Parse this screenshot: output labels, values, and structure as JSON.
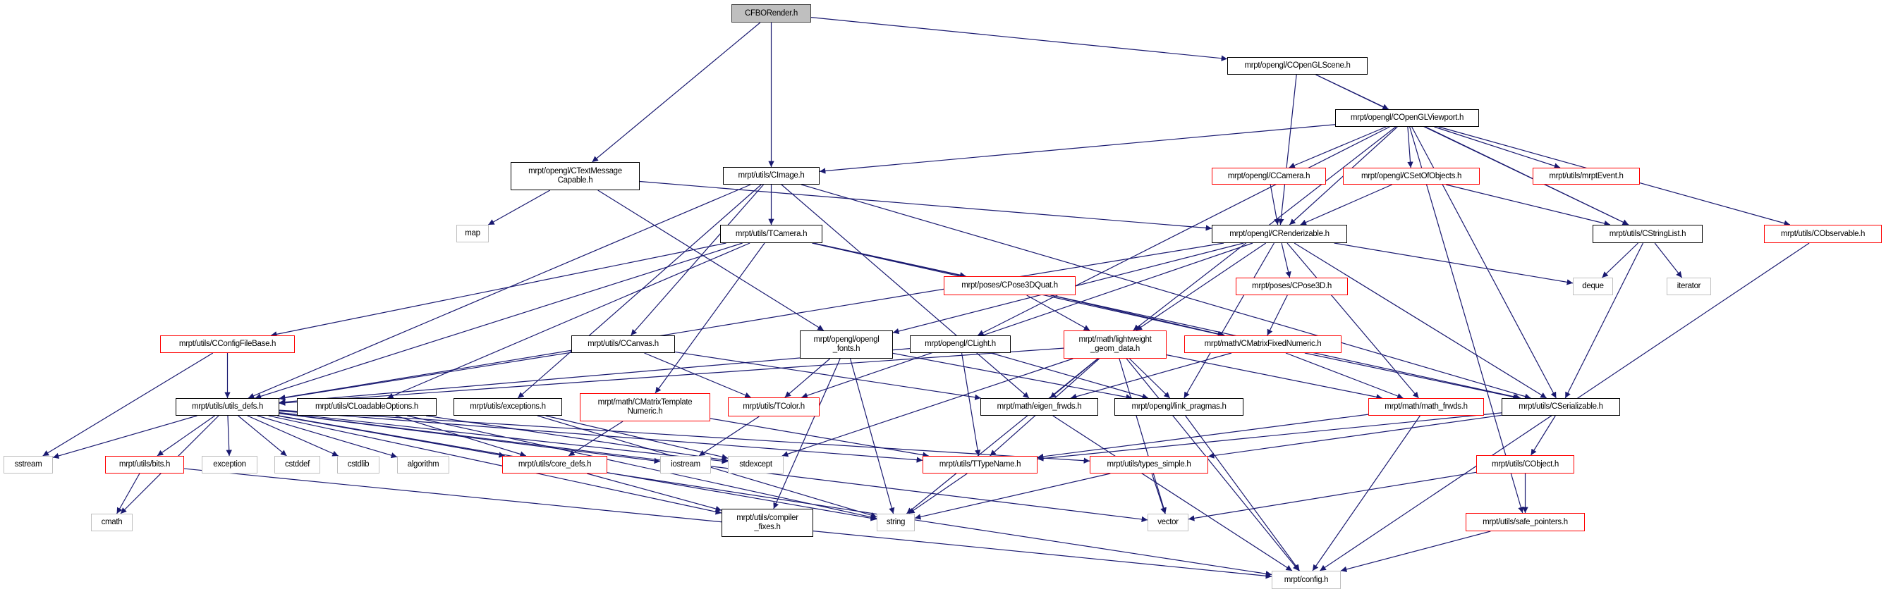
{
  "graph": {
    "edge_color": "#191970",
    "colors": {
      "root_fill": "#bfbfbf",
      "doc_border": "#000000",
      "truncated_border": "#ff0000",
      "external_border": "#bfbfbf"
    },
    "nodes": [
      {
        "id": "CFBORender",
        "label": "CFBORender.h",
        "kind": "root"
      },
      {
        "id": "COpenGLScene",
        "label": "mrpt/opengl/COpenGLScene.h",
        "kind": "doc"
      },
      {
        "id": "COpenGLViewport",
        "label": "mrpt/opengl/COpenGLViewport.h",
        "kind": "doc"
      },
      {
        "id": "CTextMessageCapable",
        "label": "mrpt/opengl/CTextMessage\nCapable.h",
        "kind": "doc"
      },
      {
        "id": "map",
        "label": "map",
        "kind": "external"
      },
      {
        "id": "CImage",
        "label": "mrpt/utils/CImage.h",
        "kind": "doc"
      },
      {
        "id": "CCamera",
        "label": "mrpt/opengl/CCamera.h",
        "kind": "truncated"
      },
      {
        "id": "CSetOfObjects",
        "label": "mrpt/opengl/CSetOfObjects.h",
        "kind": "truncated"
      },
      {
        "id": "mrptEvent",
        "label": "mrpt/utils/mrptEvent.h",
        "kind": "truncated"
      },
      {
        "id": "TCamera",
        "label": "mrpt/utils/TCamera.h",
        "kind": "doc"
      },
      {
        "id": "CRenderizable",
        "label": "mrpt/opengl/CRenderizable.h",
        "kind": "doc"
      },
      {
        "id": "CStringList",
        "label": "mrpt/utils/CStringList.h",
        "kind": "doc"
      },
      {
        "id": "CObservable",
        "label": "mrpt/utils/CObservable.h",
        "kind": "truncated"
      },
      {
        "id": "CPose3DQuat",
        "label": "mrpt/poses/CPose3DQuat.h",
        "kind": "truncated"
      },
      {
        "id": "CPose3D",
        "label": "mrpt/poses/CPose3D.h",
        "kind": "truncated"
      },
      {
        "id": "deque",
        "label": "deque",
        "kind": "external"
      },
      {
        "id": "iterator",
        "label": "iterator",
        "kind": "external"
      },
      {
        "id": "CConfigFileBase",
        "label": "mrpt/utils/CConfigFileBase.h",
        "kind": "truncated"
      },
      {
        "id": "CCanvas",
        "label": "mrpt/utils/CCanvas.h",
        "kind": "doc"
      },
      {
        "id": "opengl_fonts",
        "label": "mrpt/opengl/opengl\n_fonts.h",
        "kind": "doc"
      },
      {
        "id": "CLight",
        "label": "mrpt/opengl/CLight.h",
        "kind": "doc"
      },
      {
        "id": "lightweight",
        "label": "mrpt/math/lightweight\n_geom_data.h",
        "kind": "truncated"
      },
      {
        "id": "CMatrixFixedNumeric",
        "label": "mrpt/math/CMatrixFixedNumeric.h",
        "kind": "truncated"
      },
      {
        "id": "utils_defs",
        "label": "mrpt/utils/utils_defs.h",
        "kind": "doc"
      },
      {
        "id": "CLoadableOptions",
        "label": "mrpt/utils/CLoadableOptions.h",
        "kind": "doc"
      },
      {
        "id": "exceptions",
        "label": "mrpt/utils/exceptions.h",
        "kind": "doc"
      },
      {
        "id": "CMatrixTemplateNumeric",
        "label": "mrpt/math/CMatrixTemplate\nNumeric.h",
        "kind": "truncated"
      },
      {
        "id": "TColor",
        "label": "mrpt/utils/TColor.h",
        "kind": "truncated"
      },
      {
        "id": "eigen_frwds",
        "label": "mrpt/math/eigen_frwds.h",
        "kind": "doc"
      },
      {
        "id": "link_pragmas",
        "label": "mrpt/opengl/link_pragmas.h",
        "kind": "doc"
      },
      {
        "id": "math_frwds",
        "label": "mrpt/math/math_frwds.h",
        "kind": "truncated"
      },
      {
        "id": "CSerializable",
        "label": "mrpt/utils/CSerializable.h",
        "kind": "doc"
      },
      {
        "id": "sstream",
        "label": "sstream",
        "kind": "external"
      },
      {
        "id": "bits",
        "label": "mrpt/utils/bits.h",
        "kind": "truncated"
      },
      {
        "id": "exception",
        "label": "exception",
        "kind": "external"
      },
      {
        "id": "cstddef",
        "label": "cstddef",
        "kind": "external"
      },
      {
        "id": "cstdlib",
        "label": "cstdlib",
        "kind": "external"
      },
      {
        "id": "algorithm",
        "label": "algorithm",
        "kind": "external"
      },
      {
        "id": "core_defs",
        "label": "mrpt/utils/core_defs.h",
        "kind": "truncated"
      },
      {
        "id": "iostream",
        "label": "iostream",
        "kind": "external"
      },
      {
        "id": "stdexcept",
        "label": "stdexcept",
        "kind": "external"
      },
      {
        "id": "TTypeName",
        "label": "mrpt/utils/TTypeName.h",
        "kind": "truncated"
      },
      {
        "id": "types_simple",
        "label": "mrpt/utils/types_simple.h",
        "kind": "truncated"
      },
      {
        "id": "CObject",
        "label": "mrpt/utils/CObject.h",
        "kind": "truncated"
      },
      {
        "id": "cmath",
        "label": "cmath",
        "kind": "external"
      },
      {
        "id": "compiler_fixes",
        "label": "mrpt/utils/compiler\n_fixes.h",
        "kind": "doc"
      },
      {
        "id": "string",
        "label": "string",
        "kind": "external"
      },
      {
        "id": "vector",
        "label": "vector",
        "kind": "external"
      },
      {
        "id": "safe_pointers",
        "label": "mrpt/utils/safe_pointers.h",
        "kind": "truncated"
      },
      {
        "id": "config",
        "label": "mrpt/config.h",
        "kind": "external"
      }
    ],
    "edges": [
      [
        "CFBORender",
        "CTextMessageCapable"
      ],
      [
        "CFBORender",
        "CImage"
      ],
      [
        "CFBORender",
        "COpenGLScene"
      ],
      [
        "COpenGLScene",
        "COpenGLViewport"
      ],
      [
        "COpenGLScene",
        "CRenderizable"
      ],
      [
        "COpenGLScene",
        "CStringList"
      ],
      [
        "COpenGLViewport",
        "CImage"
      ],
      [
        "COpenGLViewport",
        "CCamera"
      ],
      [
        "COpenGLViewport",
        "CSetOfObjects"
      ],
      [
        "COpenGLViewport",
        "mrptEvent"
      ],
      [
        "COpenGLViewport",
        "CObservable"
      ],
      [
        "COpenGLViewport",
        "CStringList"
      ],
      [
        "COpenGLViewport",
        "CRenderizable"
      ],
      [
        "COpenGLViewport",
        "CSerializable"
      ],
      [
        "COpenGLViewport",
        "safe_pointers"
      ],
      [
        "COpenGLViewport",
        "lightweight"
      ],
      [
        "COpenGLViewport",
        "CLight"
      ],
      [
        "CTextMessageCapable",
        "map"
      ],
      [
        "CTextMessageCapable",
        "opengl_fonts"
      ],
      [
        "CTextMessageCapable",
        "CRenderizable"
      ],
      [
        "CImage",
        "TCamera"
      ],
      [
        "CImage",
        "utils_defs"
      ],
      [
        "CImage",
        "CCanvas"
      ],
      [
        "CImage",
        "exceptions"
      ],
      [
        "CImage",
        "eigen_frwds"
      ],
      [
        "CImage",
        "CSerializable"
      ],
      [
        "CCamera",
        "CRenderizable"
      ],
      [
        "CSetOfObjects",
        "CRenderizable"
      ],
      [
        "CSetOfObjects",
        "CStringList"
      ],
      [
        "CRenderizable",
        "opengl_fonts"
      ],
      [
        "CRenderizable",
        "TColor"
      ],
      [
        "CRenderizable",
        "lightweight"
      ],
      [
        "CRenderizable",
        "CPose3D"
      ],
      [
        "CRenderizable",
        "math_frwds"
      ],
      [
        "CRenderizable",
        "CSerializable"
      ],
      [
        "CRenderizable",
        "deque"
      ],
      [
        "CRenderizable",
        "link_pragmas"
      ],
      [
        "CRenderizable",
        "utils_defs"
      ],
      [
        "CStringList",
        "deque"
      ],
      [
        "CStringList",
        "iterator"
      ],
      [
        "CStringList",
        "CSerializable"
      ],
      [
        "CObservable",
        "config"
      ],
      [
        "TCamera",
        "CConfigFileBase"
      ],
      [
        "TCamera",
        "CPose3DQuat"
      ],
      [
        "TCamera",
        "utils_defs"
      ],
      [
        "TCamera",
        "CLoadableOptions"
      ],
      [
        "TCamera",
        "CMatrixTemplateNumeric"
      ],
      [
        "TCamera",
        "CMatrixFixedNumeric"
      ],
      [
        "TCamera",
        "CSerializable"
      ],
      [
        "CPose3DQuat",
        "lightweight"
      ],
      [
        "CPose3DQuat",
        "CMatrixFixedNumeric"
      ],
      [
        "CPose3D",
        "CMatrixFixedNumeric"
      ],
      [
        "CConfigFileBase",
        "utils_defs"
      ],
      [
        "CConfigFileBase",
        "sstream"
      ],
      [
        "CCanvas",
        "utils_defs"
      ],
      [
        "CCanvas",
        "TColor"
      ],
      [
        "CCanvas",
        "eigen_frwds"
      ],
      [
        "opengl_fonts",
        "TColor"
      ],
      [
        "opengl_fonts",
        "link_pragmas"
      ],
      [
        "opengl_fonts",
        "string"
      ],
      [
        "opengl_fonts",
        "compiler_fixes"
      ],
      [
        "CLight",
        "utils_defs"
      ],
      [
        "CLight",
        "link_pragmas"
      ],
      [
        "CLight",
        "TTypeName"
      ],
      [
        "lightweight",
        "utils_defs"
      ],
      [
        "lightweight",
        "eigen_frwds"
      ],
      [
        "lightweight",
        "math_frwds"
      ],
      [
        "lightweight",
        "stdexcept"
      ],
      [
        "lightweight",
        "TTypeName"
      ],
      [
        "lightweight",
        "string"
      ],
      [
        "lightweight",
        "vector"
      ],
      [
        "lightweight",
        "config"
      ],
      [
        "lightweight",
        "link_pragmas"
      ],
      [
        "CMatrixFixedNumeric",
        "eigen_frwds"
      ],
      [
        "CMatrixFixedNumeric",
        "math_frwds"
      ],
      [
        "CMatrixFixedNumeric",
        "CSerializable"
      ],
      [
        "utils_defs",
        "sstream"
      ],
      [
        "utils_defs",
        "cmath"
      ],
      [
        "utils_defs",
        "bits"
      ],
      [
        "utils_defs",
        "exception"
      ],
      [
        "utils_defs",
        "cstddef"
      ],
      [
        "utils_defs",
        "cstdlib"
      ],
      [
        "utils_defs",
        "algorithm"
      ],
      [
        "utils_defs",
        "core_defs"
      ],
      [
        "utils_defs",
        "iostream"
      ],
      [
        "utils_defs",
        "stdexcept"
      ],
      [
        "utils_defs",
        "string"
      ],
      [
        "utils_defs",
        "vector"
      ],
      [
        "utils_defs",
        "types_simple"
      ],
      [
        "utils_defs",
        "TTypeName"
      ],
      [
        "utils_defs",
        "compiler_fixes"
      ],
      [
        "CLoadableOptions",
        "core_defs"
      ],
      [
        "CLoadableOptions",
        "string"
      ],
      [
        "CLoadableOptions",
        "stdexcept"
      ],
      [
        "exceptions",
        "stdexcept"
      ],
      [
        "exceptions",
        "string"
      ],
      [
        "CMatrixTemplateNumeric",
        "core_defs"
      ],
      [
        "CMatrixTemplateNumeric",
        "TTypeName"
      ],
      [
        "TColor",
        "iostream"
      ],
      [
        "eigen_frwds",
        "config"
      ],
      [
        "link_pragmas",
        "config"
      ],
      [
        "math_frwds",
        "config"
      ],
      [
        "math_frwds",
        "TTypeName"
      ],
      [
        "CSerializable",
        "CObject"
      ],
      [
        "CSerializable",
        "TTypeName"
      ],
      [
        "CSerializable",
        "types_simple"
      ],
      [
        "bits",
        "cmath"
      ],
      [
        "bits",
        "config"
      ],
      [
        "core_defs",
        "config"
      ],
      [
        "core_defs",
        "compiler_fixes"
      ],
      [
        "TTypeName",
        "string"
      ],
      [
        "types_simple",
        "string"
      ],
      [
        "types_simple",
        "vector"
      ],
      [
        "CObject",
        "safe_pointers"
      ],
      [
        "CObject",
        "vector"
      ],
      [
        "safe_pointers",
        "config"
      ]
    ]
  }
}
